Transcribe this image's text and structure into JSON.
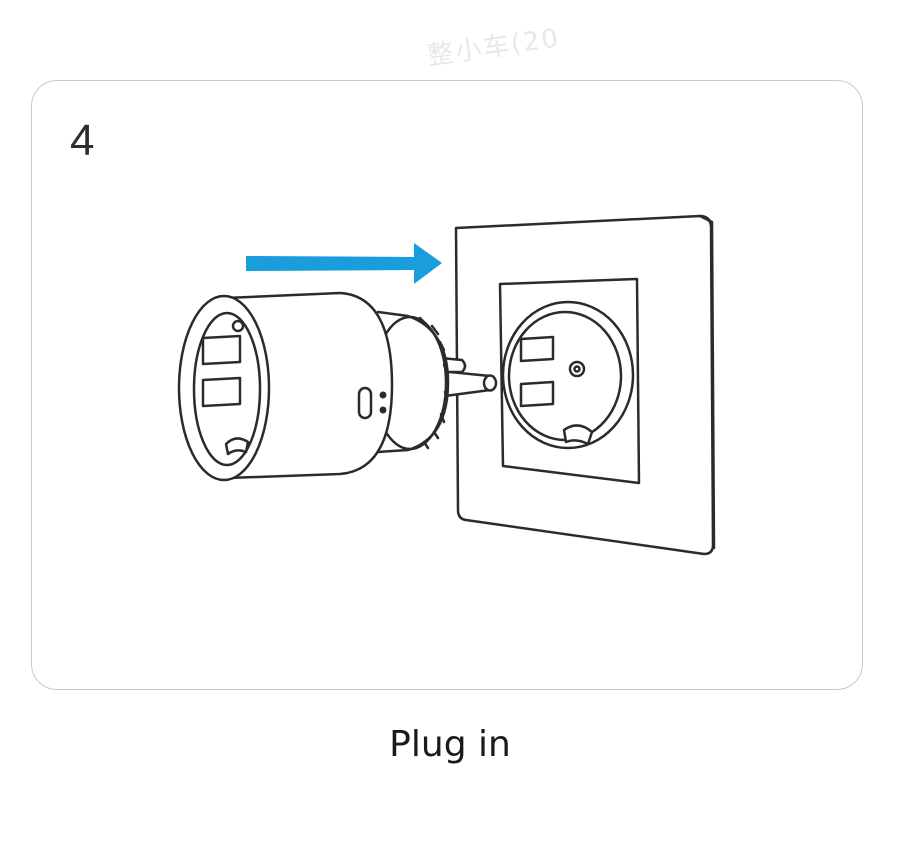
{
  "watermark": "整小车(20",
  "step": {
    "number": "4",
    "caption": "Plug in"
  },
  "colors": {
    "arrow": "#1a9ddb",
    "line": "#2b2b2b",
    "card_border": "#c9c9c9"
  }
}
